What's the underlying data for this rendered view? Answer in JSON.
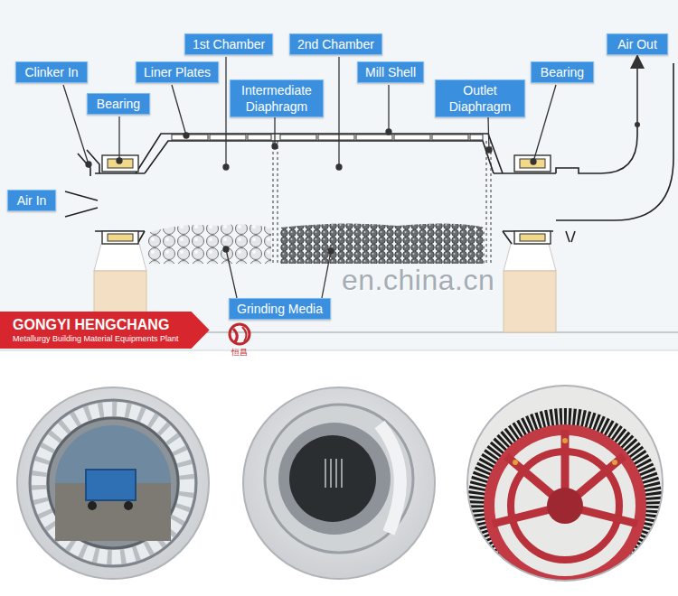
{
  "diagram": {
    "nodes": [
      {
        "text": [
          "Clinker In"
        ]
      },
      {
        "text": [
          "1st Chamber"
        ]
      },
      {
        "text": [
          "2nd Chamber"
        ]
      },
      {
        "text": [
          "Air Out"
        ]
      },
      {
        "text": [
          "Liner Plates"
        ]
      },
      {
        "text": [
          "Mill Shell"
        ]
      },
      {
        "text": [
          "Bearing"
        ]
      },
      {
        "text": [
          "Intermediate Diaphragm"
        ]
      },
      {
        "text": [
          "Outlet Diaphragm"
        ]
      },
      {
        "text": [
          "Bearing"
        ]
      },
      {
        "text": [
          "Air In"
        ]
      },
      {
        "text": [
          "Grinding Media"
        ]
      },
      {
        "text": [
          "GONGYI HENGCHANG",
          "Metallurgy Building Material Equipments Plant"
        ]
      }
    ],
    "labels": [
      "en.china.cn",
      "恒昌"
    ]
  }
}
